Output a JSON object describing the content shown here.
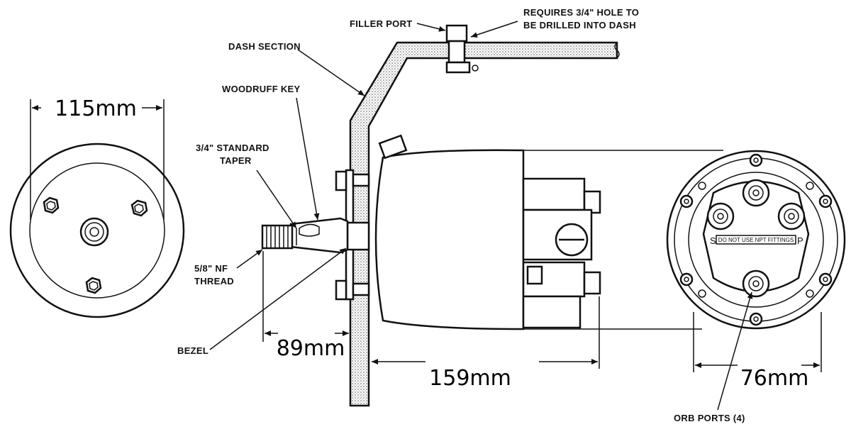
{
  "labels": {
    "filler_port": "FILLER PORT",
    "requires_hole_1": "REQUIRES 3/4\" HOLE TO",
    "requires_hole_2": "BE DRILLED INTO DASH",
    "dash_section": "DASH SECTION",
    "woodruff_key": "WOODRUFF KEY",
    "standard_taper_1": "3/4\" STANDARD",
    "standard_taper_2": "TAPER",
    "thread_1": "5/8\" NF",
    "thread_2": "THREAD",
    "bezel": "BEZEL",
    "orb_ports": "ORB PORTS (4)",
    "plate_text": "DO NOT USE NPT FITTINGS",
    "port_s": "S",
    "port_p": "P"
  },
  "dimensions": {
    "bezel_diameter": "115mm",
    "shaft_length": "89mm",
    "body_length": "159mm",
    "rear_width": "76mm"
  },
  "colors": {
    "line": "#111111",
    "background": "#ffffff",
    "dash_fill": "#d9d9d9"
  }
}
